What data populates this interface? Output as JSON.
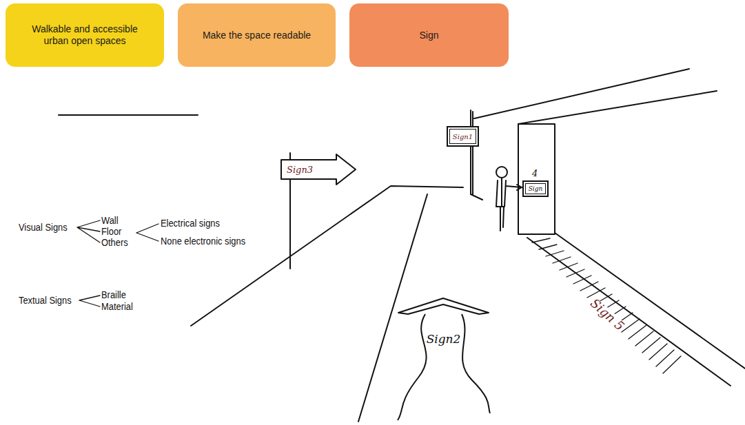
{
  "diagram": {
    "nodes": [
      {
        "text": [
          "Walkable and accessible urban open spaces"
        ]
      },
      {
        "text": [
          "Make the space readable"
        ]
      },
      {
        "text": [
          "Sign"
        ]
      },
      {
        "text": [
          "Sign1"
        ]
      },
      {
        "text": [
          "Sign3"
        ]
      },
      {
        "text": [
          "4",
          "Sign"
        ]
      },
      {
        "text": [
          "Sign2"
        ]
      }
    ],
    "labels": [
      "Visual Signs",
      "Wall",
      "Floor",
      "Others",
      "Electrical signs",
      "None electronic signs",
      "Textual Signs",
      "Braille",
      "Material",
      "Sign 5"
    ]
  }
}
